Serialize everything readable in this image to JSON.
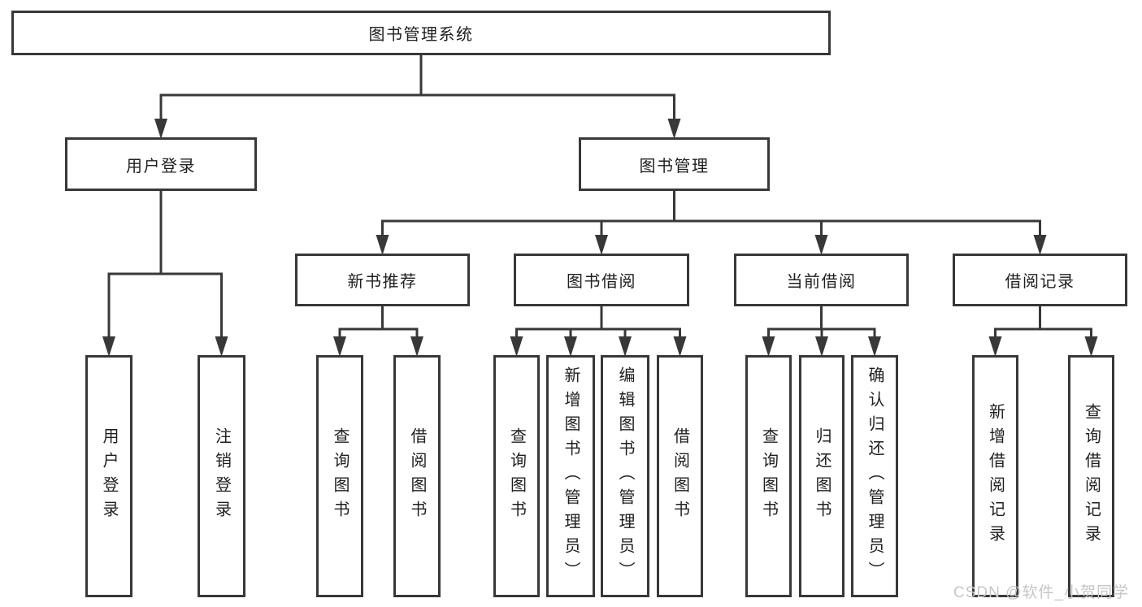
{
  "diagram": {
    "title": "图书管理系统",
    "colors": {
      "line": "#383838",
      "box_background": "#ffffff",
      "text": "#1f1f1f",
      "watermark": "#c6c6c6"
    },
    "nodes": [
      {
        "id": "root",
        "label": "图书管理系统",
        "parent": null
      },
      {
        "id": "user-login",
        "label": "用户登录",
        "parent": "root"
      },
      {
        "id": "book-mgmt",
        "label": "图书管理",
        "parent": "root"
      },
      {
        "id": "login",
        "label": "用户登录",
        "parent": "user-login"
      },
      {
        "id": "logout",
        "label": "注销登录",
        "parent": "user-login"
      },
      {
        "id": "new-book-rec",
        "label": "新书推荐",
        "parent": "book-mgmt"
      },
      {
        "id": "book-borrow",
        "label": "图书借阅",
        "parent": "book-mgmt"
      },
      {
        "id": "current-borrow",
        "label": "当前借阅",
        "parent": "book-mgmt"
      },
      {
        "id": "borrow-record",
        "label": "借阅记录",
        "parent": "book-mgmt"
      },
      {
        "id": "rec-query-book",
        "label": "查询图书",
        "parent": "new-book-rec"
      },
      {
        "id": "rec-borrow-book",
        "label": "借阅图书",
        "parent": "new-book-rec"
      },
      {
        "id": "bb-query-book",
        "label": "查询图书",
        "parent": "book-borrow"
      },
      {
        "id": "bb-add-book",
        "label": "新增图书（管理员）",
        "parent": "book-borrow"
      },
      {
        "id": "bb-edit-book",
        "label": "编辑图书（管理员）",
        "parent": "book-borrow"
      },
      {
        "id": "bb-borrow-book",
        "label": "借阅图书",
        "parent": "book-borrow"
      },
      {
        "id": "cb-query-book",
        "label": "查询图书",
        "parent": "current-borrow"
      },
      {
        "id": "cb-return-book",
        "label": "归还图书",
        "parent": "current-borrow"
      },
      {
        "id": "cb-confirm-return",
        "label": "确认归还（管理员）",
        "parent": "current-borrow"
      },
      {
        "id": "br-add-record",
        "label": "新增借阅记录",
        "parent": "borrow-record"
      },
      {
        "id": "br-query-record",
        "label": "查询借阅记录",
        "parent": "borrow-record"
      }
    ]
  },
  "watermark": {
    "text": "CSDN @软件_小贺同学"
  }
}
